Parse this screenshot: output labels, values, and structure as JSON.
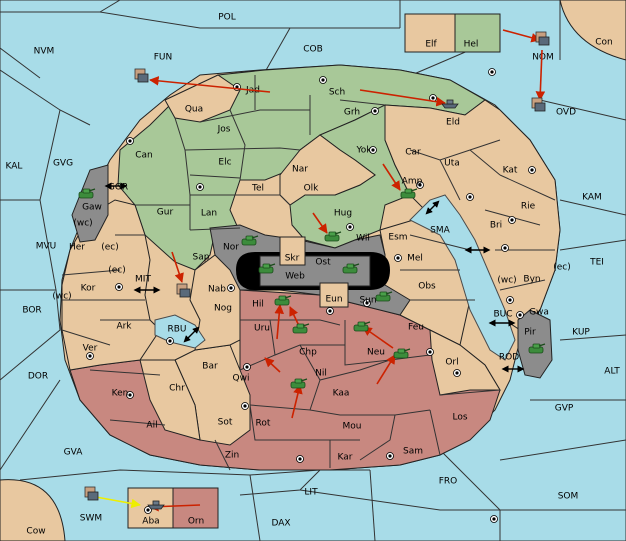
{
  "colors": {
    "sea": "#a8dce8",
    "power_green": "#a8c898",
    "power_red": "#c88880",
    "neutral_tan": "#e8c8a0",
    "impassable": "#8c8c8c",
    "order_arrow": "#cc2200",
    "support_arrow": "#ffff00",
    "army_icon": "#3c8c3c"
  },
  "sea_labels": {
    "POL": "POL",
    "NVM": "NVM",
    "FUN": "FUN",
    "COB": "COB",
    "KAL": "KAL",
    "GVG": "GVG",
    "MVU": "MVU",
    "BOR": "BOR",
    "DOR": "DOR",
    "GVA": "GVA",
    "LIT": "LIT",
    "DAX": "DAX",
    "FRO": "FRO",
    "SOM": "SOM",
    "GVP": "GVP",
    "ALT": "ALT",
    "KUP": "KUP",
    "TEI": "TEI",
    "KAM": "KAM",
    "Con": "Con",
    "NOM": "NOM",
    "OVD": "OVD",
    "Cow": "Cow",
    "SWM": "SWM",
    "SMA": "SMA",
    "MIT": "MIT",
    "RBU": "RBU",
    "GOR": "GOR",
    "BUC": "BUC",
    "ROD": "ROD"
  },
  "provinces": {
    "Jad": "Jad",
    "Sch": "Sch",
    "Qua": "Qua",
    "Jos": "Jos",
    "Grh": "Grh",
    "Eld": "Eld",
    "Can": "Can",
    "Elc": "Elc",
    "Nar": "Nar",
    "Yok": "Yok",
    "Car": "Car",
    "Uta": "Uta",
    "Kat": "Kat",
    "Tel": "Tel",
    "Olk": "Olk",
    "Amp": "Amp",
    "Gur": "Gur",
    "Lan": "Lan",
    "Hug": "Hug",
    "Rie": "Rie",
    "Bri": "Bri",
    "Gaw": "Gaw",
    "Wil": "Wil",
    "Esm": "Esm",
    "Nor": "Nor",
    "Skr": "Skr",
    "Ost": "Ost",
    "Sap": "Sap",
    "Web": "Web",
    "Mel": "Mel",
    "Her": "Her",
    "Kor": "Kor",
    "Nab": "Nab",
    "Eun": "Eun",
    "Obs": "Obs",
    "Byn": "Byn",
    "Hil": "Hil",
    "Sun": "Sun",
    "Gwa": "Gwa",
    "Ark": "Ark",
    "Nog": "Nog",
    "Uru": "Uru",
    "Feu": "Feu",
    "Pir": "Pir",
    "Ver": "Ver",
    "Chp": "Chp",
    "Neu": "Neu",
    "Bar": "Bar",
    "Orl": "Orl",
    "Qwi": "Qwi",
    "Nil": "Nil",
    "Ken": "Ken",
    "Chr": "Chr",
    "Kaa": "Kaa",
    "Sot": "Sot",
    "Rot": "Rot",
    "Mou": "Mou",
    "Los": "Los",
    "Ail": "Ail",
    "Zin": "Zin",
    "Sam": "Sam",
    "Kar": "Kar",
    "Elf": "Elf",
    "Hel": "Hel",
    "Aba": "Aba",
    "Orn": "Orn"
  },
  "coast_labels": {
    "gaw_wc": "(wc)",
    "her_ec": "(ec)",
    "kor_ec": "(ec)",
    "kor_wc": "(wc)",
    "byn_wc": "(wc)",
    "byn_ec": "(ec)"
  },
  "legend": {}
}
